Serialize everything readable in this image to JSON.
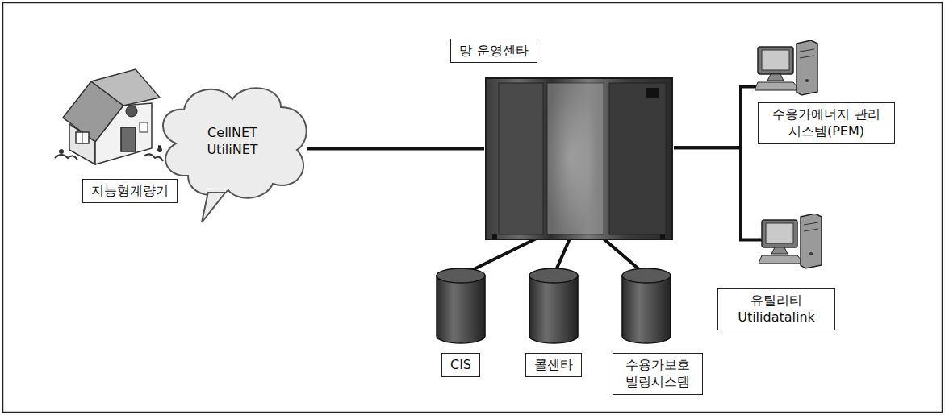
{
  "diagram": {
    "nodes": [
      {
        "text": [
          "지능형계량기"
        ]
      },
      {
        "text": [
          "CellNET UtiliNET"
        ]
      },
      {
        "text": [
          "망 운영센타"
        ]
      },
      {
        "text": [
          "수용가에너지 관리시스템(PEM)"
        ]
      },
      {
        "text": [
          "유틸리티 Utilidatalink"
        ]
      },
      {
        "text": [
          "CIS"
        ]
      },
      {
        "text": [
          "콜센타"
        ]
      },
      {
        "text": [
          "수용가보호 빌링시스템"
        ]
      }
    ],
    "edges": [
      {
        "from": 0,
        "to": 1,
        "arrow": "none"
      },
      {
        "from": 1,
        "to": 2,
        "arrow": "none"
      },
      {
        "from": 2,
        "to": 3,
        "arrow": "none"
      },
      {
        "from": 2,
        "to": 4,
        "arrow": "none"
      },
      {
        "from": 2,
        "to": 5,
        "arrow": "none"
      },
      {
        "from": 2,
        "to": 6,
        "arrow": "none"
      },
      {
        "from": 2,
        "to": 7,
        "arrow": "none"
      }
    ]
  }
}
